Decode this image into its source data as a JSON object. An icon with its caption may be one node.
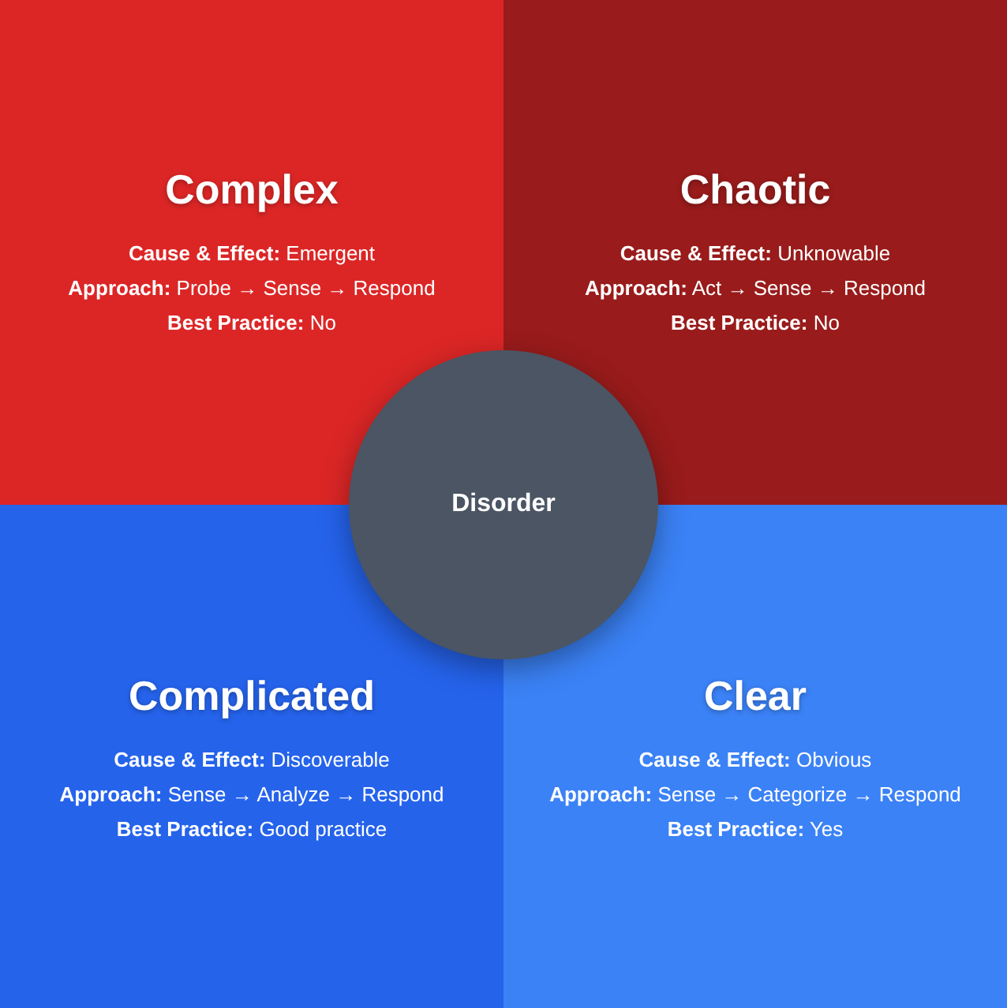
{
  "diagram": {
    "nodes": [
      {
        "text": [
          "Complex",
          "**Cause & Effect:** Emergent",
          "**Approach:** Probe → Sense → Respond",
          "**Best Practice:** No"
        ]
      },
      {
        "text": [
          "Chaotic",
          "**Cause & Effect:** Unknowable",
          "**Approach:** Act → Sense → Respond",
          "**Best Practice:** No"
        ]
      },
      {
        "text": [
          "Complicated",
          "**Cause & Effect:** Discoverable",
          "**Approach:** Sense → Analyze → Respond",
          "**Best Practice:** Good practice"
        ]
      },
      {
        "text": [
          "Clear",
          "**Cause & Effect:** Obvious",
          "**Approach:** Sense → Categorize → Respond",
          "**Best Practice:** Yes"
        ]
      },
      {
        "text": [
          "Disorder"
        ]
      }
    ],
    "edges": []
  }
}
